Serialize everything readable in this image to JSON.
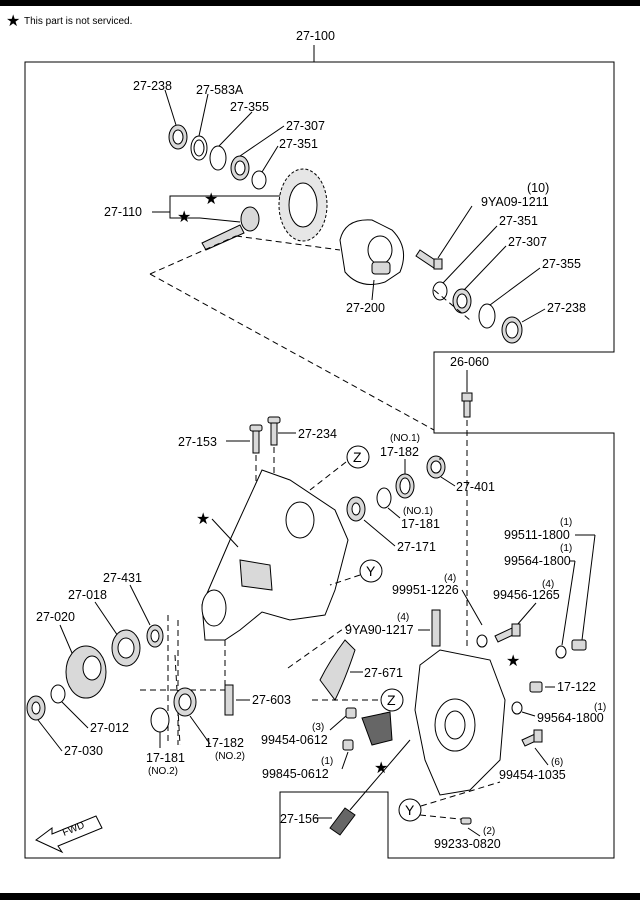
{
  "note": "This part is not serviced.",
  "fwd": "FWD",
  "labels": {
    "p27_100": "27-100",
    "p27_238_top": "27-238",
    "p27_583a": "27-583A",
    "p27_355_top": "27-355",
    "p27_307_top": "27-307",
    "p27_351_top": "27-351",
    "p27_110": "27-110",
    "bolt_qty": "(10)",
    "p9ya09": "9YA09-1211",
    "p27_351_r": "27-351",
    "p27_307_r": "27-307",
    "p27_355_r": "27-355",
    "p27_238_r": "27-238",
    "p27_200": "27-200",
    "p26_060": "26-060",
    "p27_153": "27-153",
    "p27_234": "27-234",
    "no1_a": "(NO.1)",
    "p17_182_top": "17-182",
    "p27_401": "27-401",
    "no1_b": "(NO.1)",
    "p17_181_top": "17-181",
    "p27_171": "27-171",
    "q1_a": "(1)",
    "p99511": "99511-1800",
    "q1_b": "(1)",
    "p99564_top": "99564-1800",
    "q4_a": "(4)",
    "p99951": "99951-1226",
    "q4_b": "(4)",
    "p99456": "99456-1265",
    "p27_431": "27-431",
    "p27_018": "27-018",
    "p27_020": "27-020",
    "q4_c": "(4)",
    "p9ya90": "9YA90-1217",
    "p27_671": "27-671",
    "p17_122": "17-122",
    "q1_c": "(1)",
    "p99564_r": "99564-1800",
    "p27_603": "27-603",
    "p27_012": "27-012",
    "p27_030": "27-030",
    "p17_181_bot": "17-181",
    "no2_a": "(NO.2)",
    "p17_182_bot": "17-182",
    "no2_b": "(NO.2)",
    "q3": "(3)",
    "p99454_0612": "99454-0612",
    "q1_d": "(1)",
    "p99845": "99845-0612",
    "q6": "(6)",
    "p99454_1035": "99454-1035",
    "p27_156": "27-156",
    "q2": "(2)",
    "p99233": "99233-0820",
    "callout_z": "Z",
    "callout_y": "Y"
  }
}
